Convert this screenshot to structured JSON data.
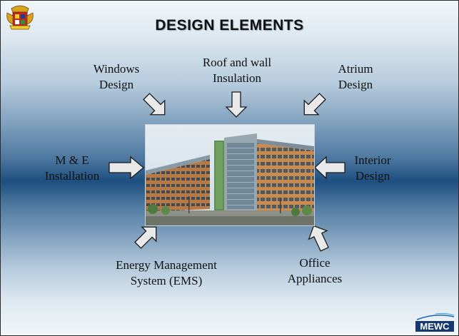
{
  "slide": {
    "title": "DESIGN ELEMENTS",
    "crest_icon": "malaysia-coat-of-arms",
    "logo": {
      "text": "MEWC",
      "icon": "mewc-logo"
    }
  },
  "center_image": {
    "icon": "office-building-photo"
  },
  "elements": {
    "windows": {
      "lines": [
        "Windows",
        "Design"
      ]
    },
    "roof": {
      "lines": [
        "Roof and wall",
        "Insulation"
      ]
    },
    "atrium": {
      "lines": [
        "Atrium",
        "Design"
      ]
    },
    "me": {
      "lines": [
        "M & E",
        "Installation"
      ]
    },
    "interior": {
      "lines": [
        "Interior",
        "Design"
      ]
    },
    "ems": {
      "lines": [
        "Energy Management",
        "System (EMS)"
      ]
    },
    "office": {
      "lines": [
        "Office",
        "Appliances"
      ]
    }
  },
  "colors": {
    "arrow_fill": "#e9e9e9",
    "arrow_stroke": "#1a1a1a",
    "background_mid": "#1d4f80",
    "background_edge": "#f2f6fa"
  }
}
